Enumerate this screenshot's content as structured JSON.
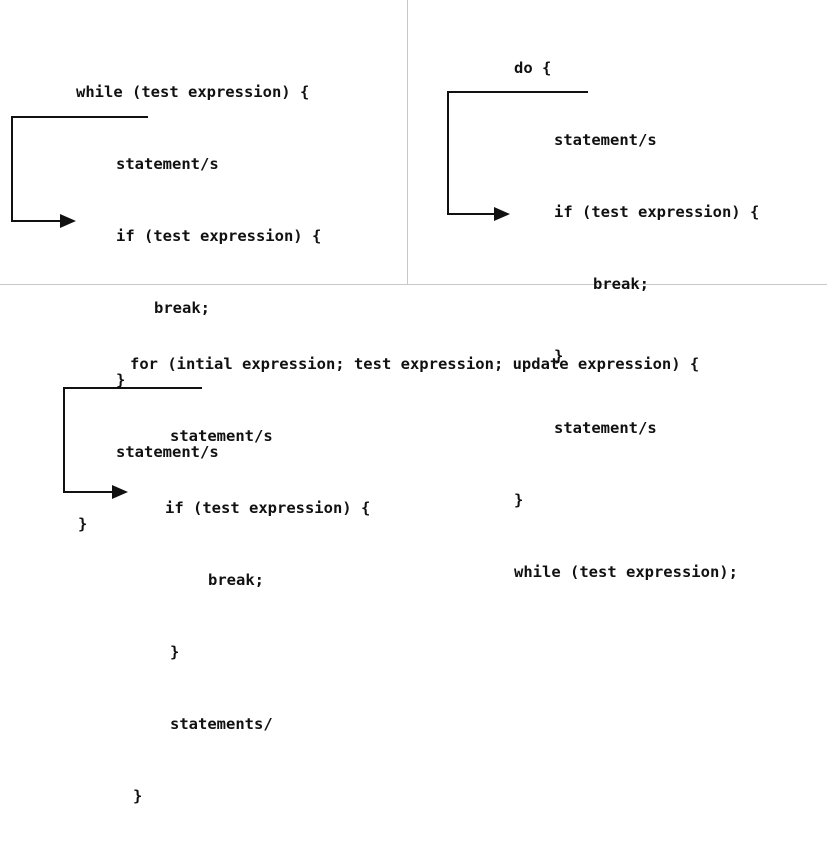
{
  "while_panel": {
    "lines": [
      "while (test expression) {",
      "statement/s",
      "if (test expression) {",
      "break;",
      "}",
      "statement/s",
      "}"
    ]
  },
  "do_while_panel": {
    "lines": [
      "do {",
      "statement/s",
      "if (test expression) {",
      "break;",
      "}",
      "statement/s",
      "}",
      "while (test expression);"
    ]
  },
  "for_panel": {
    "lines": [
      "for (intial expression; test expression; update expression) {",
      "statement/s",
      "if (test expression) {",
      "break;",
      "}",
      "statements/",
      "}"
    ]
  },
  "colors": {
    "text": "#111111",
    "arrow": "#111111",
    "divider": "#c8c8c8"
  }
}
